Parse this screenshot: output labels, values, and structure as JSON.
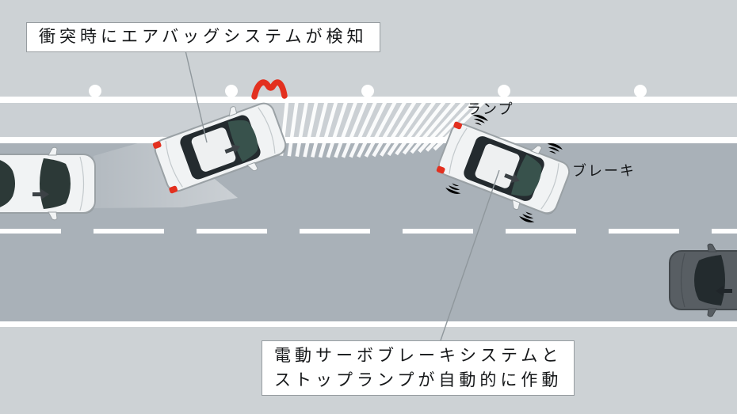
{
  "diagram": {
    "subject": "collision-safety-system",
    "callouts": {
      "airbag": "衝突時にエアバッグシステムが検知",
      "brake_line1": "電動サーボブレーキシステムと",
      "brake_line2": "ストップランプが自動的に作動"
    },
    "annotations": {
      "lamp": "ランプ",
      "brake": "ブレーキ"
    },
    "icons": {
      "collision_impact": "impact-flash-icon",
      "stop_lamp_alert": "double-tick-flash-icon",
      "brake_active": "triple-wave-arc-icon",
      "heading_marker": "direction-arrow-icon"
    },
    "colors": {
      "shoulder": "#cdd2d5",
      "median_band": "#cbd0d4",
      "road": "#a9b1b8",
      "lane_marking": "#ffffff",
      "alert_red": "#e3301f",
      "brake_wave_blue": "#2aa0c6",
      "callout_border": "#979da1",
      "callout_bg": "#ffffff",
      "car_white": "#f1f3f4",
      "car_dark": "#585e63"
    },
    "fan": {
      "count": 21
    }
  }
}
